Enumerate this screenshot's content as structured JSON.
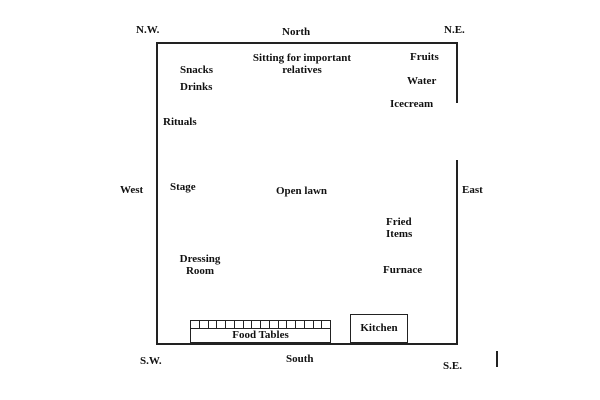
{
  "directions": {
    "nw": "N.W.",
    "north": "North",
    "ne": "N.E.",
    "west": "West",
    "east": "East",
    "sw": "S.W.",
    "south": "South",
    "se": "S.E."
  },
  "areas": {
    "snacks": "Snacks",
    "drinks": "Drinks",
    "rituals": "Rituals",
    "stage": "Stage",
    "sitting": "Sitting for important relatives",
    "open_lawn": "Open lawn",
    "fruits": "Fruits",
    "water": "Water",
    "icecream": "Icecream",
    "fried_items": "Fried Items",
    "furnace": "Furnace",
    "dressing_room": "Dressing Room",
    "food_tables": "Food Tables",
    "kitchen": "Kitchen"
  },
  "food_table_cells": 16
}
